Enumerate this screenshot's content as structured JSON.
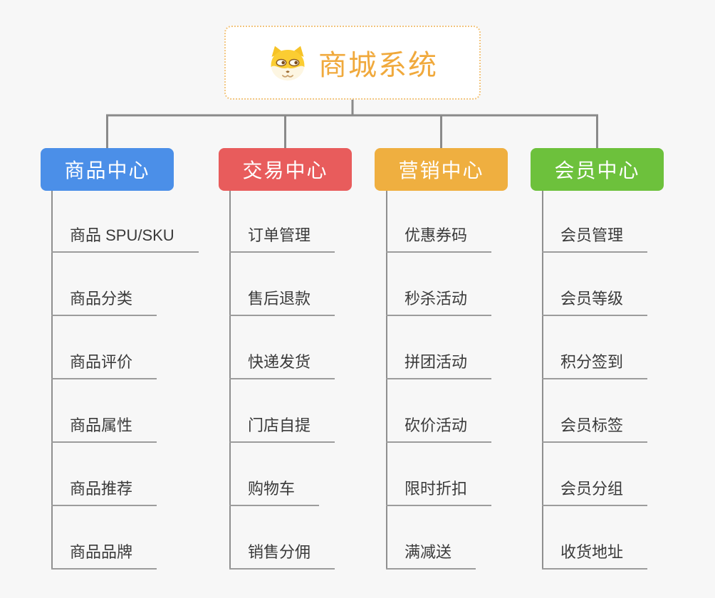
{
  "page": {
    "background_color": "#f7f7f7",
    "connector_color": "#8a8a8a",
    "underline_color": "#9c9c9c"
  },
  "root": {
    "label": "商城系统",
    "icon": "dog-face-icon",
    "text_color": "#f0a93c",
    "border_color": "#f2c57e",
    "background_color": "#ffffff"
  },
  "branches": [
    {
      "label": "商品中心",
      "color": "#4b8fe8",
      "children": [
        "商品 SPU/SKU",
        "商品分类",
        "商品评价",
        "商品属性",
        "商品推荐",
        "商品品牌"
      ]
    },
    {
      "label": "交易中心",
      "color": "#e85c5c",
      "children": [
        "订单管理",
        "售后退款",
        "快递发货",
        "门店自提",
        "购物车",
        "销售分佣"
      ]
    },
    {
      "label": "营销中心",
      "color": "#efaf40",
      "children": [
        "优惠券码",
        "秒杀活动",
        "拼团活动",
        "砍价活动",
        "限时折扣",
        "满减送"
      ]
    },
    {
      "label": "会员中心",
      "color": "#6dc13c",
      "children": [
        "会员管理",
        "会员等级",
        "积分签到",
        "会员标签",
        "会员分组",
        "收货地址"
      ]
    }
  ]
}
